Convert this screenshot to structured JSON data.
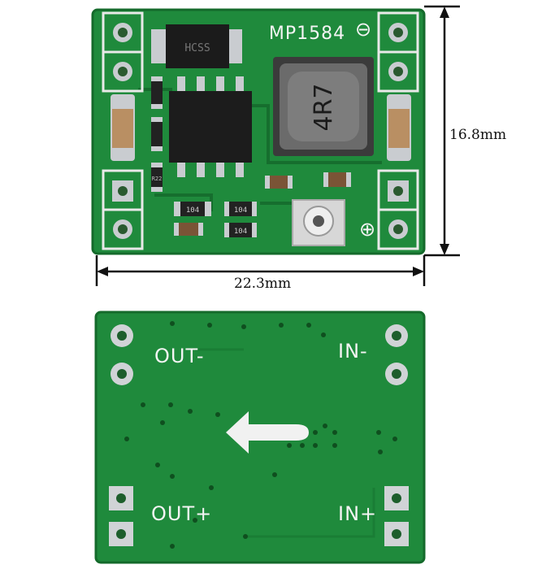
{
  "top_board": {
    "chip_label": "MP1584",
    "inductor_marking": "4R7",
    "diode_marking": "HCSS",
    "ic_marking": "",
    "resistor_markings": [
      "104",
      "104",
      "104",
      "R22"
    ],
    "minus_symbol": "⊖",
    "plus_symbol": "⊕"
  },
  "dimensions": {
    "height_label": "16.8mm",
    "width_label": "22.3mm"
  },
  "bottom_board": {
    "out_minus": "OUT-",
    "in_minus": "IN-",
    "out_plus": "OUT+",
    "in_plus": "IN+",
    "arrow_direction": "left"
  },
  "colors": {
    "pcb_green": "#1f8a3c",
    "pcb_dark": "#146a2b",
    "silkscreen": "#f4f4f4",
    "pad_silver": "#c9ccd0",
    "dimension_line": "#111111"
  }
}
